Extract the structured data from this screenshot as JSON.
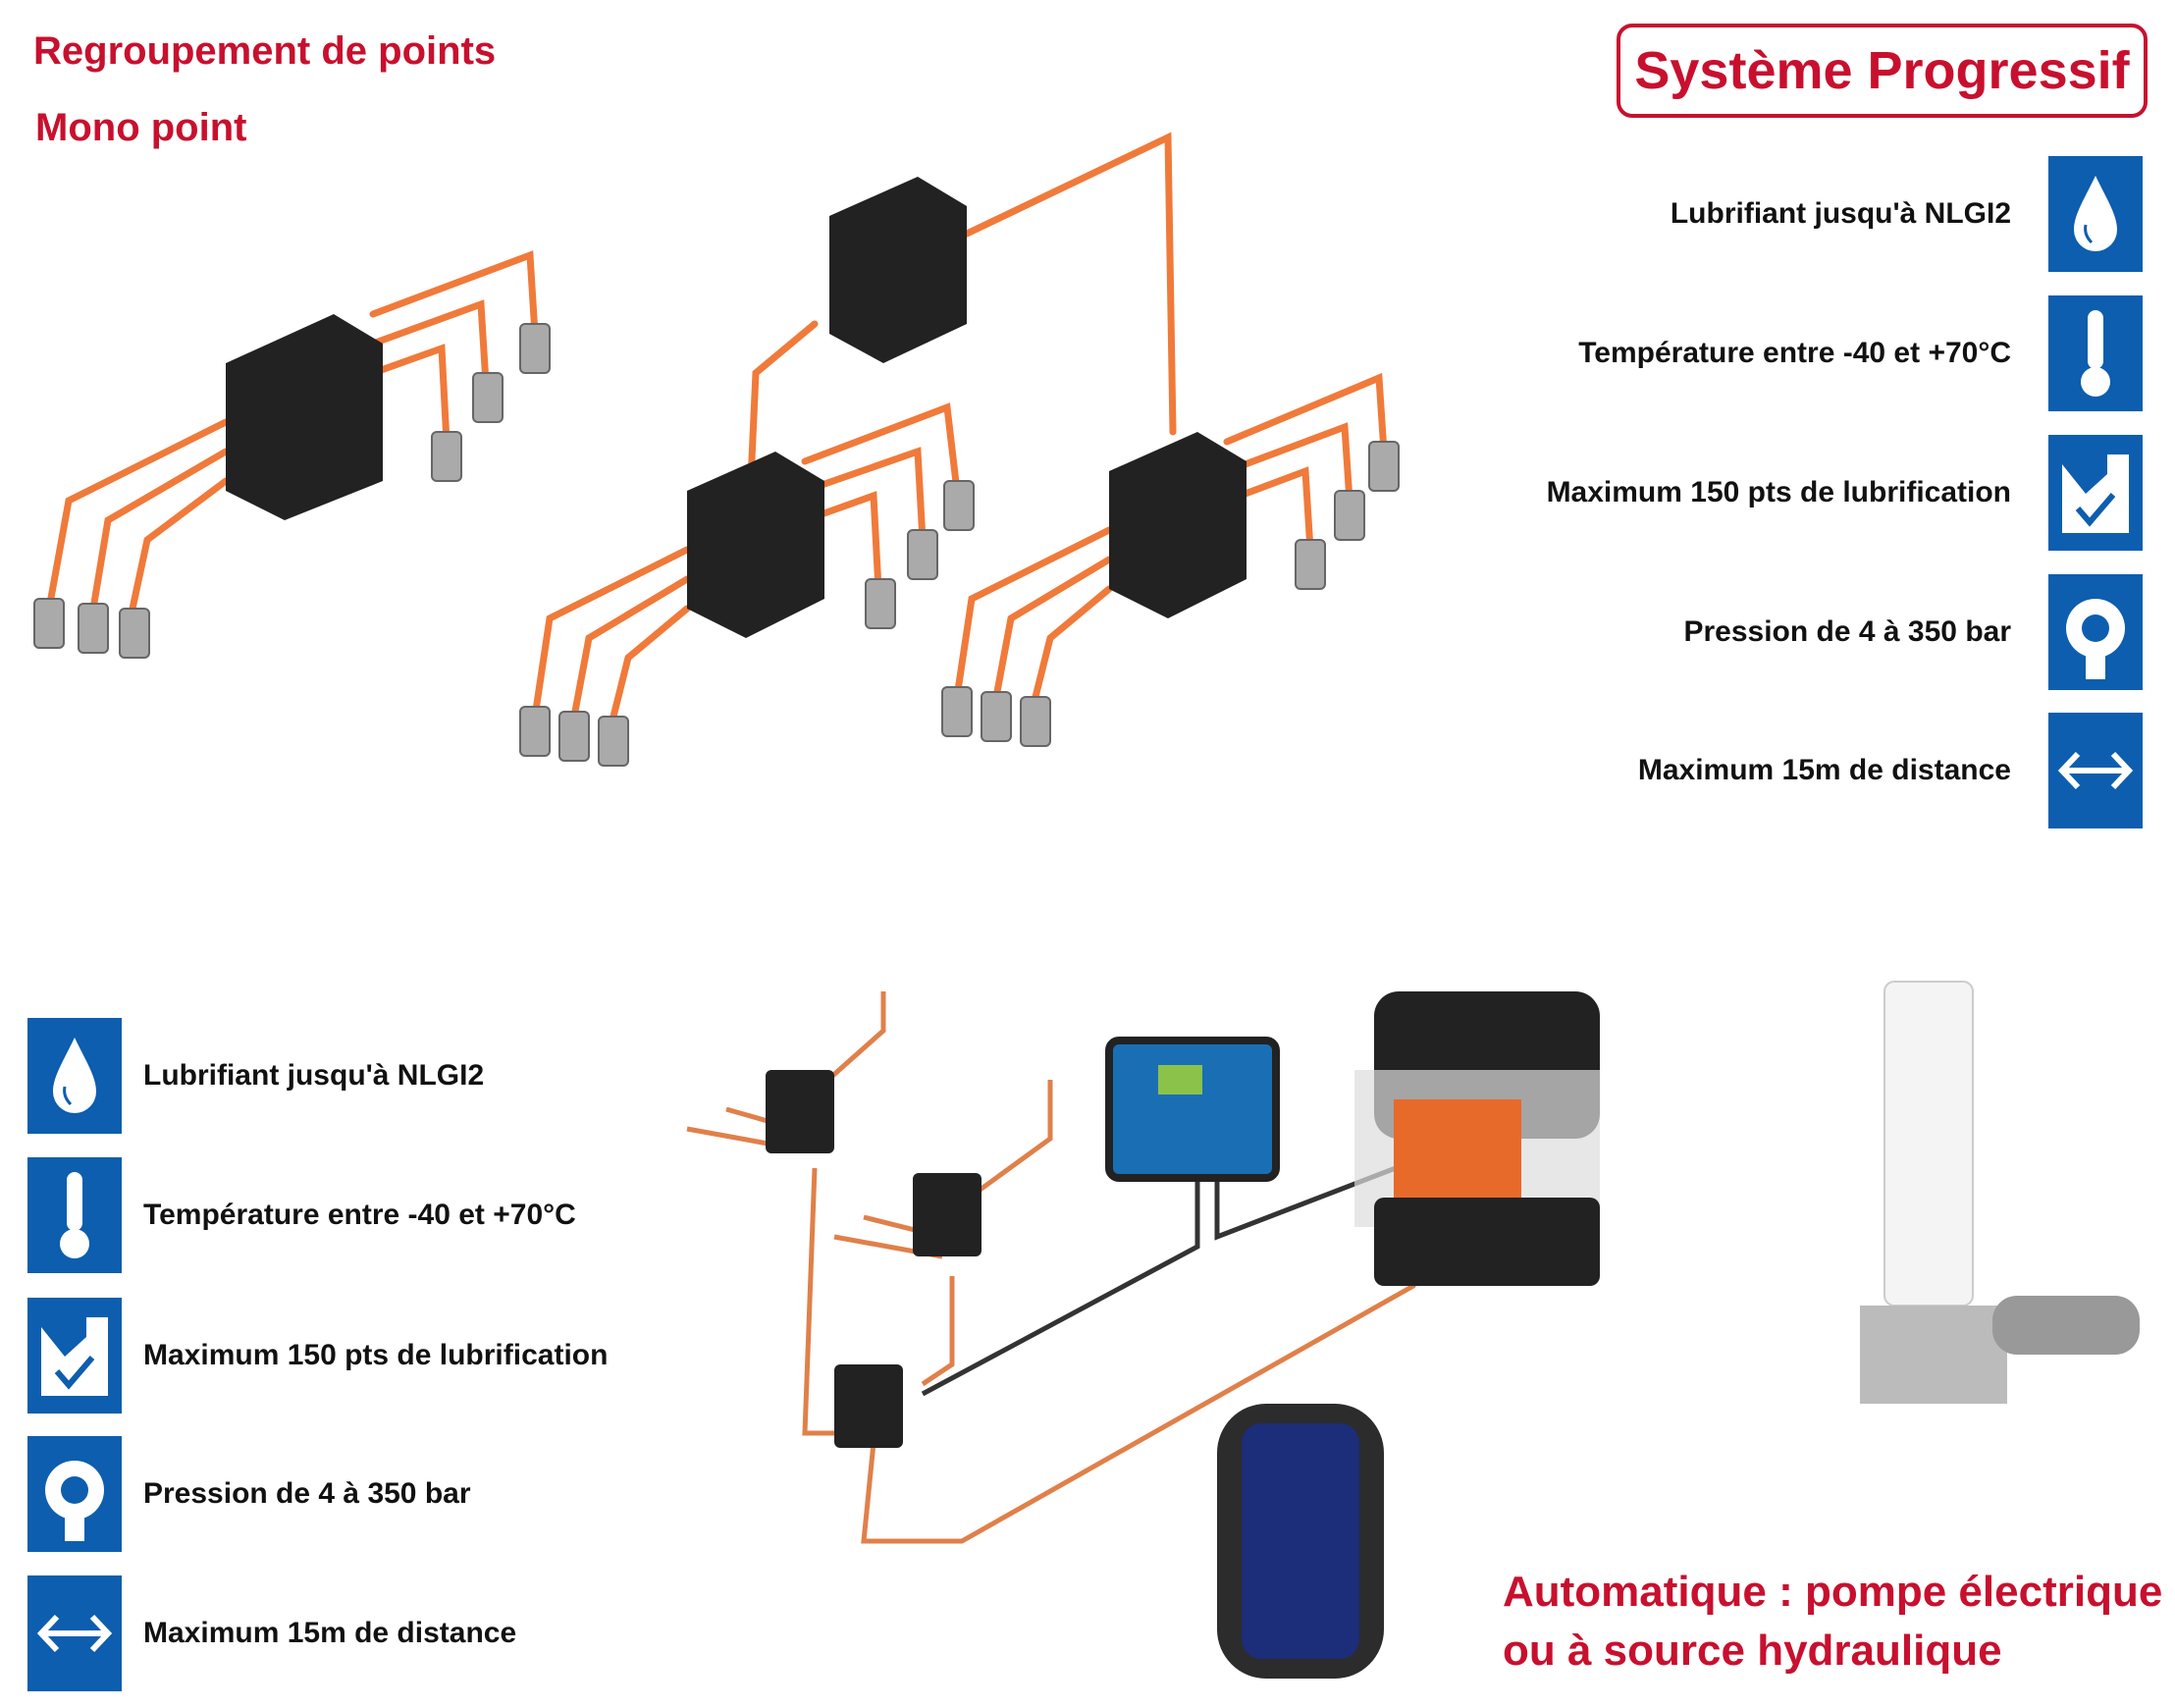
{
  "headings": {
    "grouping": "Regroupement de points",
    "mono": "Mono point"
  },
  "title": "Système Progressif",
  "features": [
    {
      "icon": "droplet-icon",
      "label": "Lubrifiant jusqu'à NLGI2"
    },
    {
      "icon": "thermometer-icon",
      "label": "Température entre -40 et +70°C"
    },
    {
      "icon": "checklist-icon",
      "label": "Maximum 150 pts de lubrification"
    },
    {
      "icon": "pressure-gauge-icon",
      "label": "Pression de 4 à 350 bar"
    },
    {
      "icon": "double-arrow-icon",
      "label": "Maximum 15m de distance"
    }
  ],
  "automatic": {
    "line1": "Automatique : pompe électrique",
    "line2": "ou à source hydraulique"
  },
  "colors": {
    "accent_red": "#c8102e",
    "icon_blue": "#0d5eaf",
    "pipe_orange": "#f07a3a"
  }
}
